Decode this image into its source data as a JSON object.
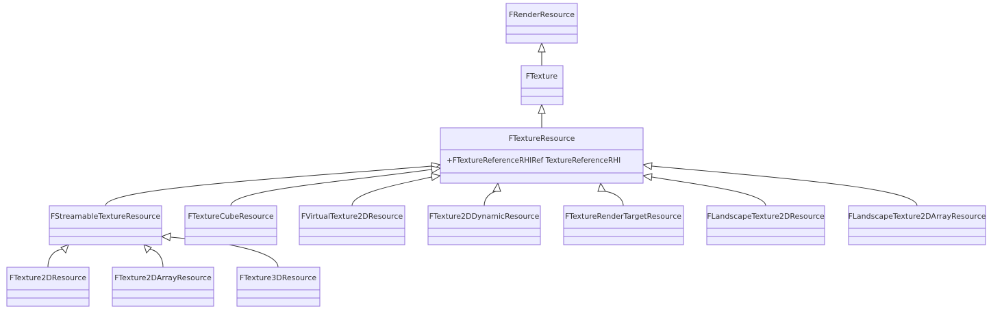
{
  "diagram": {
    "type": "class-diagram",
    "colors": {
      "box_fill": "#ECECFF",
      "box_border": "#9370DB",
      "edge": "#333333"
    },
    "classes": {
      "render_resource": {
        "name": "FRenderResource",
        "attributes": []
      },
      "texture": {
        "name": "FTexture",
        "attributes": []
      },
      "texture_resource": {
        "name": "FTextureResource",
        "attributes": [
          "+FTextureReferenceRHIRef TextureReferenceRHI"
        ]
      },
      "streamable_texture_resource": {
        "name": "FStreamableTextureResource",
        "attributes": []
      },
      "texture_cube_resource": {
        "name": "FTextureCubeResource",
        "attributes": []
      },
      "virtual_texture_2d_resource": {
        "name": "FVirtualTexture2DResource",
        "attributes": []
      },
      "texture_2d_dynamic_resource": {
        "name": "FTexture2DDynamicResource",
        "attributes": []
      },
      "texture_render_target_resource": {
        "name": "FTextureRenderTargetResource",
        "attributes": []
      },
      "landscape_texture_2d_resource": {
        "name": "FLandscapeTexture2DResource",
        "attributes": []
      },
      "landscape_texture_2d_array_resource": {
        "name": "FLandscapeTexture2DArrayResource",
        "attributes": []
      },
      "texture_2d_resource": {
        "name": "FTexture2DResource",
        "attributes": []
      },
      "texture_2d_array_resource": {
        "name": "FTexture2DArrayResource",
        "attributes": []
      },
      "texture_3d_resource": {
        "name": "FTexture3DResource",
        "attributes": []
      }
    },
    "inheritance": [
      {
        "child": "texture",
        "parent": "render_resource"
      },
      {
        "child": "texture_resource",
        "parent": "texture"
      },
      {
        "child": "streamable_texture_resource",
        "parent": "texture_resource"
      },
      {
        "child": "texture_cube_resource",
        "parent": "texture_resource"
      },
      {
        "child": "virtual_texture_2d_resource",
        "parent": "texture_resource"
      },
      {
        "child": "texture_2d_dynamic_resource",
        "parent": "texture_resource"
      },
      {
        "child": "texture_render_target_resource",
        "parent": "texture_resource"
      },
      {
        "child": "landscape_texture_2d_resource",
        "parent": "texture_resource"
      },
      {
        "child": "landscape_texture_2d_array_resource",
        "parent": "texture_resource"
      },
      {
        "child": "texture_2d_resource",
        "parent": "streamable_texture_resource"
      },
      {
        "child": "texture_2d_array_resource",
        "parent": "streamable_texture_resource"
      },
      {
        "child": "texture_3d_resource",
        "parent": "streamable_texture_resource"
      }
    ]
  }
}
